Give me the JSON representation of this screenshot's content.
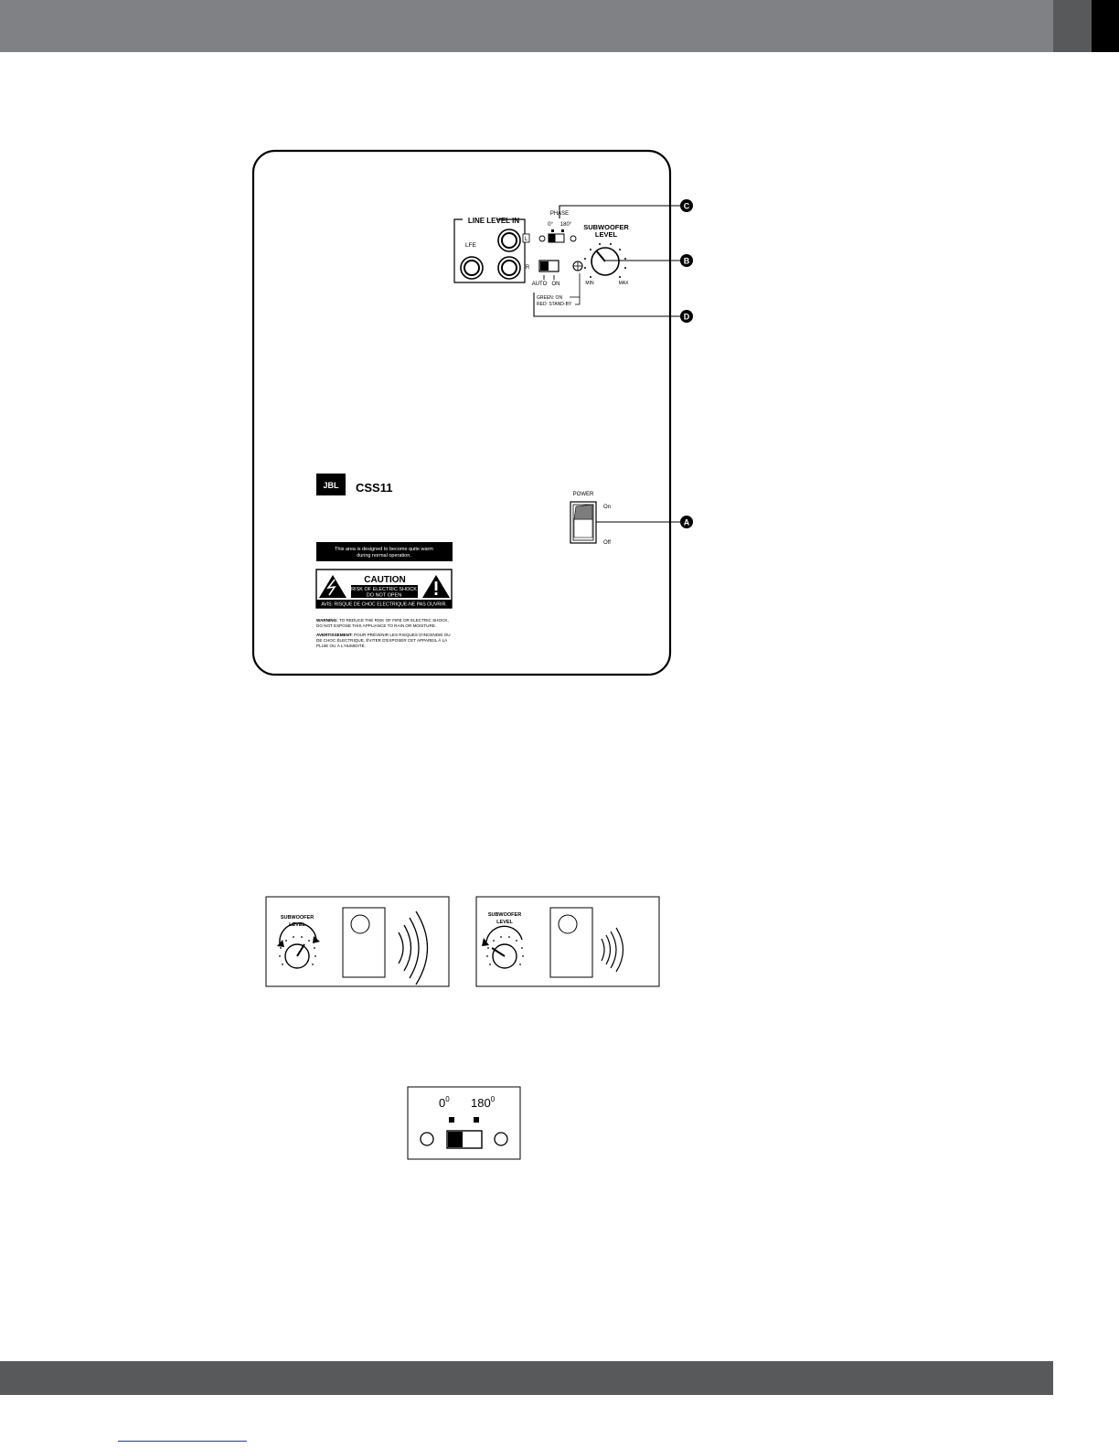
{
  "colors": {
    "top_bar": "#808184",
    "top_bar_dark": "#58595b",
    "top_bar_black": "#000000",
    "bottom_bar": "#58595b",
    "link_underline": "#2b3990"
  },
  "panel": {
    "line_level_in": "LINE LEVEL IN",
    "lfe": "LFE",
    "l": "L",
    "r": "R",
    "phase": "PHASE",
    "phase_0": "0°",
    "phase_180": "180°",
    "subwoofer": "SUBWOOFER",
    "level": "LEVEL",
    "min": "MIN",
    "max": "MAX",
    "auto": "AUTO",
    "on": "ON",
    "green_on": "GREEN: ON",
    "red_standby": "RED: STAND-BY",
    "brand": "JBL",
    "model": "CSS11",
    "power": "POWER",
    "power_on": "On",
    "power_off": "Off",
    "warm_notice_1": "This area is designed to become quite warm",
    "warm_notice_2": "during normal operation.",
    "caution": "CAUTION",
    "shock_risk": "RISK OF ELECTRIC SHOCK",
    "do_not_open": "DO NOT OPEN",
    "avis": "AVIS: RISQUE DE CHOC ELECTRIQUE-NE PAS OUVRIR.",
    "warning_bold": "WARNING:",
    "warning_text_1": "TO REDUCE THE RISK OF FIRE OR ELECTRIC SHOCK,",
    "warning_text_2": "DO NOT EXPOSE THIS APPLIANCE TO RAIN OR MOISTURE.",
    "avertissement_bold": "AVERTISSEMENT:",
    "avertissement_text_1": "POUR PRÉVENIR LES RISQUES D'INCENDIE OU",
    "avertissement_text_2": "DE CHOC ÉLECTRIQUE, ÉVITER D'EXPOSER CET APPAREIL À LA",
    "avertissement_text_3": "PLUIE OU À L'HUMIDITÉ."
  },
  "callouts": {
    "a": "A",
    "b": "B",
    "c": "C",
    "d": "D"
  },
  "level_figures": {
    "label_1": "SUBWOOFER",
    "label_2": "LEVEL"
  },
  "phase_figure": {
    "label_0": "0",
    "label_180": "180",
    "sup": "0"
  }
}
